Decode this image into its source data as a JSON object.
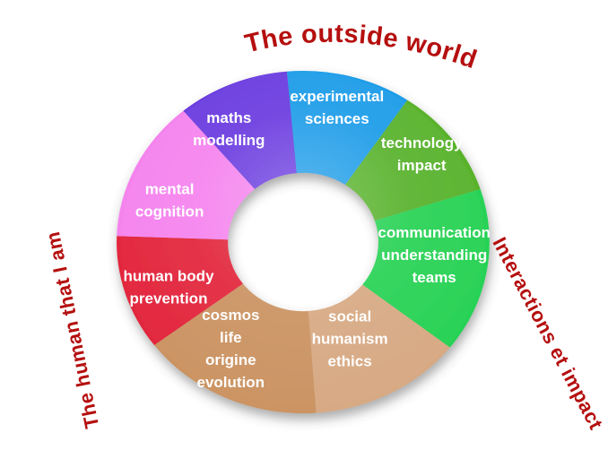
{
  "background_color": "#ffffff",
  "chart_data": {
    "type": "pie",
    "variant": "donut",
    "legend": "none",
    "annotation_color": "#b50f0f",
    "segment_label_color": "#ffffff",
    "start_angle_deg": -5,
    "annotations": [
      {
        "position": "top",
        "text": "The outside world"
      },
      {
        "position": "right",
        "text": "Interactions et impact"
      },
      {
        "position": "left",
        "text": "The human that I am"
      }
    ],
    "segments": [
      {
        "label": "experimental sciences",
        "lines": [
          "experimental",
          "sciences"
        ],
        "angle_deg": 39,
        "color": "#1d9ce8",
        "label_angle_deg": 13,
        "label_radius": 160
      },
      {
        "label": "technology impact",
        "lines": [
          "technology",
          "impact"
        ],
        "angle_deg": 38,
        "color": "#58b22c",
        "label_angle_deg": 51,
        "label_radius": 162
      },
      {
        "label": "communication understanding teams",
        "lines": [
          "communication",
          "understanding",
          "teams"
        ],
        "angle_deg": 56,
        "color": "#27d254",
        "label_angle_deg": 96,
        "label_radius": 140
      },
      {
        "label": "social humanism ethics",
        "lines": [
          "social",
          "humanism",
          "ethics"
        ],
        "angle_deg": 48,
        "color": "#d7a983",
        "label_angle_deg": 156,
        "label_radius": 122
      },
      {
        "label": "cosmos life origine evolution",
        "lines": [
          "cosmos",
          "life",
          "origine",
          "evolution"
        ],
        "angle_deg": 57,
        "color": "#cb9362",
        "label_angle_deg": 212,
        "label_radius": 145
      },
      {
        "label": "human body prevention",
        "lines": [
          "human body",
          "prevention"
        ],
        "angle_deg": 39,
        "color": "#e2253c",
        "label_angle_deg": 250,
        "label_radius": 152
      },
      {
        "label": "mental cognition",
        "lines": [
          "mental",
          "cognition"
        ],
        "angle_deg": 48,
        "color": "#f583ee",
        "label_angle_deg": 289,
        "label_radius": 150
      },
      {
        "label": "maths modelling",
        "lines": [
          "maths",
          "modelling"
        ],
        "angle_deg": 35,
        "color": "#6a3bdf",
        "label_angle_deg": 329,
        "label_radius": 153
      }
    ]
  }
}
